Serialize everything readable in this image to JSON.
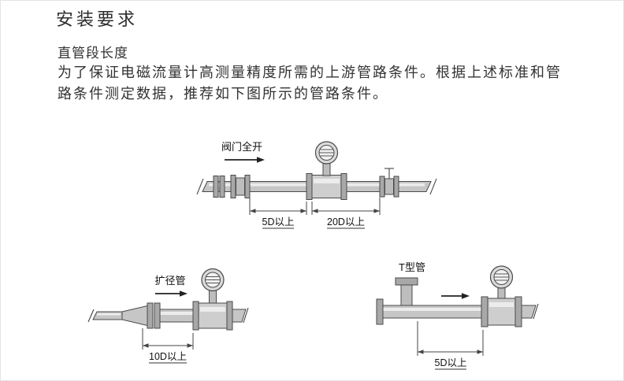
{
  "header": {
    "title": "安装要求"
  },
  "section": {
    "subtitle": "直管段长度",
    "body": "为了保证电磁流量计高测量精度所需的上游管路条件。根据上述标准和管路条件测定数据，推荐如下图所示的管路条件。"
  },
  "diagram_top": {
    "label": "阀门全开",
    "dim_upstream": "5D以上",
    "dim_downstream": "20D以上"
  },
  "diagram_reducer": {
    "label": "扩径管",
    "dim": "10D以上"
  },
  "diagram_tee": {
    "label": "T型管",
    "dim": "5D以上"
  },
  "colors": {
    "text": "#333333",
    "metal_light": "#ececec",
    "metal_mid": "#c6c6c6",
    "metal_dark": "#a8a8a8",
    "line": "#444444"
  }
}
